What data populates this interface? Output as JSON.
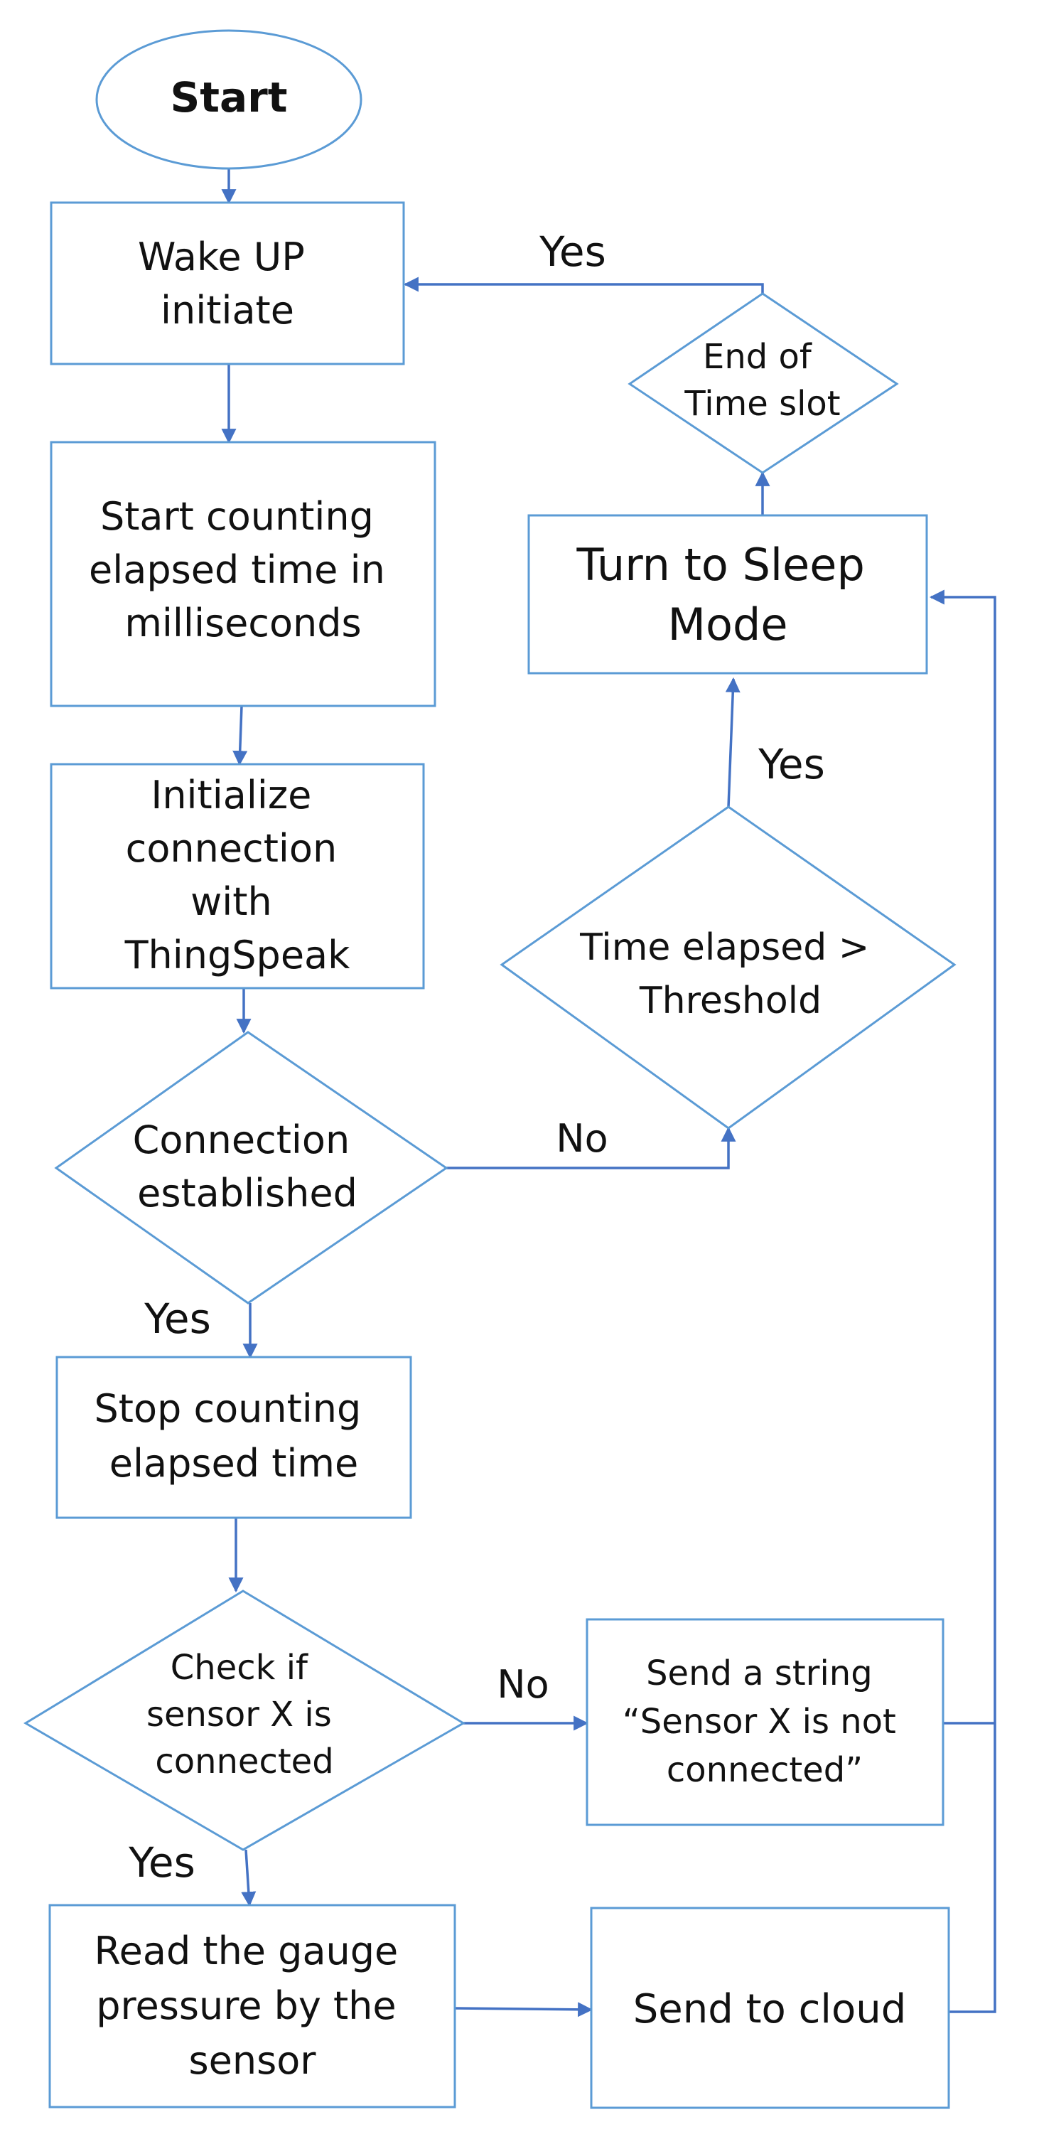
{
  "flowchart": {
    "start": {
      "label": "Start"
    },
    "wake_up": {
      "lines": [
        "Wake UP",
        "initiate"
      ]
    },
    "start_counting": {
      "lines": [
        "Start counting",
        "elapsed time in",
        "milliseconds"
      ]
    },
    "init_connection": {
      "lines": [
        "Initialize",
        "connection",
        "with",
        "ThingSpeak"
      ]
    },
    "connection_established": {
      "lines": [
        "Connection",
        "established"
      ]
    },
    "stop_counting": {
      "lines": [
        "Stop counting",
        "elapsed time"
      ]
    },
    "check_sensor": {
      "lines": [
        "Check if",
        "sensor X is",
        "connected"
      ]
    },
    "send_string": {
      "lines": [
        "Send a string",
        "“Sensor X is not",
        "connected”"
      ]
    },
    "read_gauge": {
      "lines": [
        "Read the gauge",
        "pressure by the",
        "sensor"
      ]
    },
    "send_cloud": {
      "lines": [
        "Send to cloud"
      ]
    },
    "time_elapsed": {
      "lines": [
        "Time elapsed >",
        "Threshold"
      ]
    },
    "sleep_mode": {
      "lines": [
        "Turn to Sleep",
        "Mode"
      ]
    },
    "end_timeslot": {
      "lines": [
        "End of",
        "Time slot"
      ]
    }
  },
  "edge_labels": {
    "end_timeslot_yes": "Yes",
    "threshold_yes": "Yes",
    "connection_no": "No",
    "connection_yes": "Yes",
    "sensor_no": "No",
    "sensor_yes": "Yes"
  },
  "colors": {
    "shape_border": "#5b9bd5",
    "arrow": "#4472c4",
    "text": "#111111"
  }
}
